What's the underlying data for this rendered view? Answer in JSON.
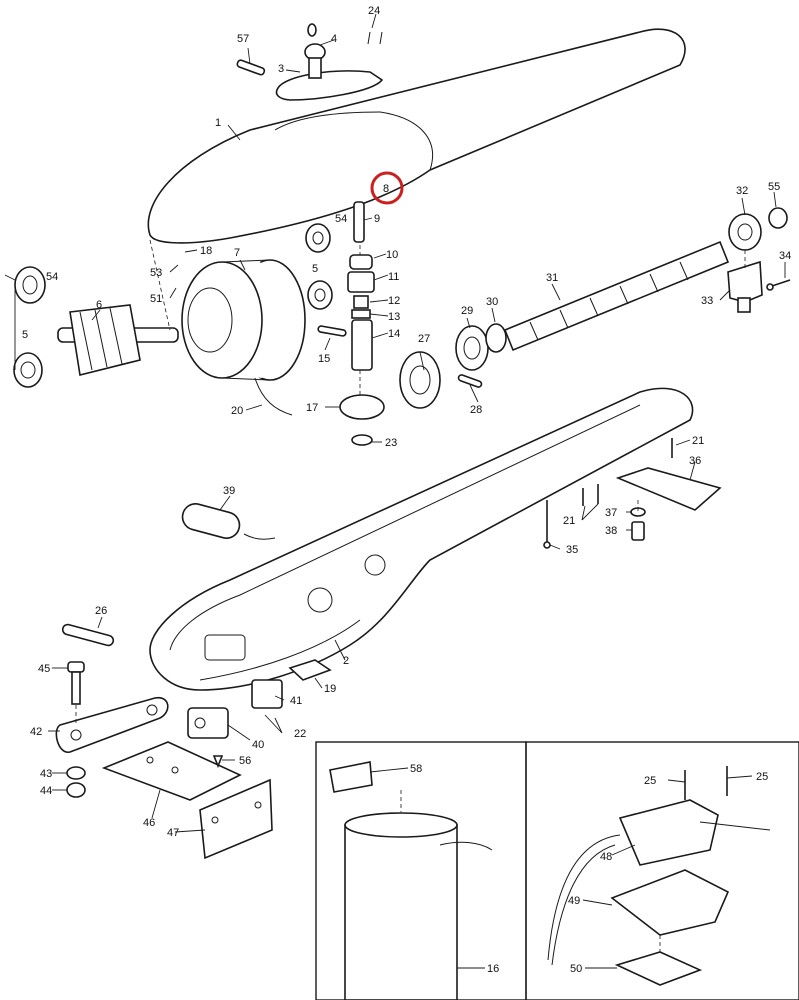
{
  "highlight": {
    "part": "8",
    "color": "#cc1f1f"
  },
  "labels": {
    "p1": "1",
    "p2": "2",
    "p3": "3",
    "p4": "4",
    "p5a": "5",
    "p5b": "5",
    "p6": "6",
    "p7": "7",
    "p8": "8",
    "p9": "9",
    "p10": "10",
    "p11": "11",
    "p12": "12",
    "p13": "13",
    "p14": "14",
    "p15": "15",
    "p16": "16",
    "p17": "17",
    "p18": "18",
    "p19": "19",
    "p20": "20",
    "p21a": "21",
    "p21b": "21",
    "p22": "22",
    "p23": "23",
    "p24": "24",
    "p25a": "25",
    "p25b": "25",
    "p26": "26",
    "p27": "27",
    "p28": "28",
    "p29": "29",
    "p30": "30",
    "p31": "31",
    "p32": "32",
    "p33": "33",
    "p34": "34",
    "p35": "35",
    "p36": "36",
    "p37": "37",
    "p38": "38",
    "p39": "39",
    "p40": "40",
    "p41": "41",
    "p42": "42",
    "p43": "43",
    "p44": "44",
    "p45": "45",
    "p46": "46",
    "p47": "47",
    "p48": "48",
    "p49": "49",
    "p50": "50",
    "p51": "51",
    "p53": "53",
    "p54a": "54",
    "p54b": "54",
    "p55": "55",
    "p56": "56",
    "p57": "57",
    "p58": "58"
  }
}
